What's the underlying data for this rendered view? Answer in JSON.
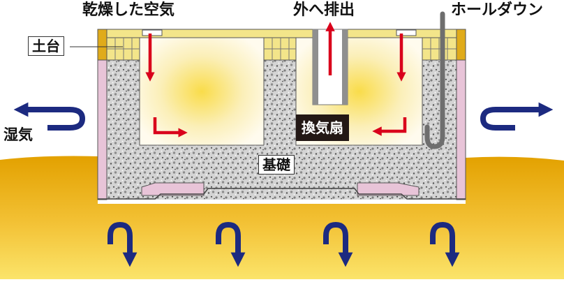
{
  "labels": {
    "dry_air": "乾燥した空気",
    "exhaust_outside": "外へ排出",
    "hold_down": "ホールダウン",
    "sill": "土台",
    "humid_air": "湿気",
    "fan": "換気扇",
    "foundation": "基礎"
  },
  "colors": {
    "ground": "#e8a800",
    "ground_light": "#f4c942",
    "foundation_concrete": "#d2d2d2",
    "insulation_pink": "#e8c4d8",
    "sill_wood": "#f3e58a",
    "air_arrow_red": "#d9001b",
    "moisture_arrow_navy": "#1c2a80",
    "fan_box": "#231815",
    "space_glow": "#fbe9a6"
  },
  "icons": {
    "air_flow": "red-arrow-icon",
    "moisture_flow": "navy-u-turn-arrow-icon"
  }
}
